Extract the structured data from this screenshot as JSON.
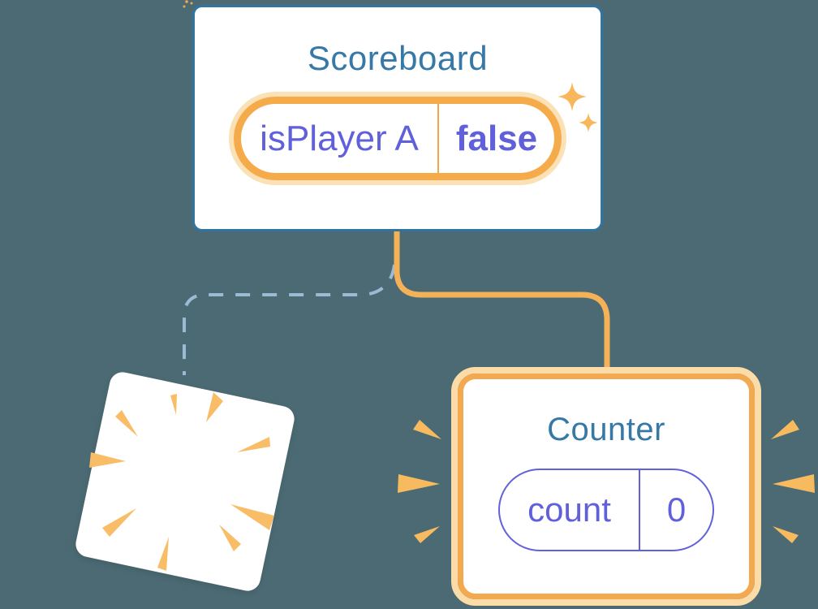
{
  "diagram": {
    "description": "React component tree diagram: Scoreboard holding state, old Counter destroyed, new Counter created",
    "colors": {
      "background": "#4B6A73",
      "card_border_blue": "#3174A0",
      "title_blue": "#3779A6",
      "state_purple": "#6060DA",
      "orange_border": "#F3A94F",
      "orange_halo": "#FBDCA8",
      "burst_orange": "#F7BA5F",
      "connector_orange": "#F5B157",
      "connector_dash_blue": "#9CBAD4"
    }
  },
  "scoreboard": {
    "title": "Scoreboard",
    "state": {
      "key": "isPlayer A",
      "value": "false"
    }
  },
  "counter": {
    "title": "Counter",
    "state": {
      "key": "count",
      "value": "0"
    }
  }
}
